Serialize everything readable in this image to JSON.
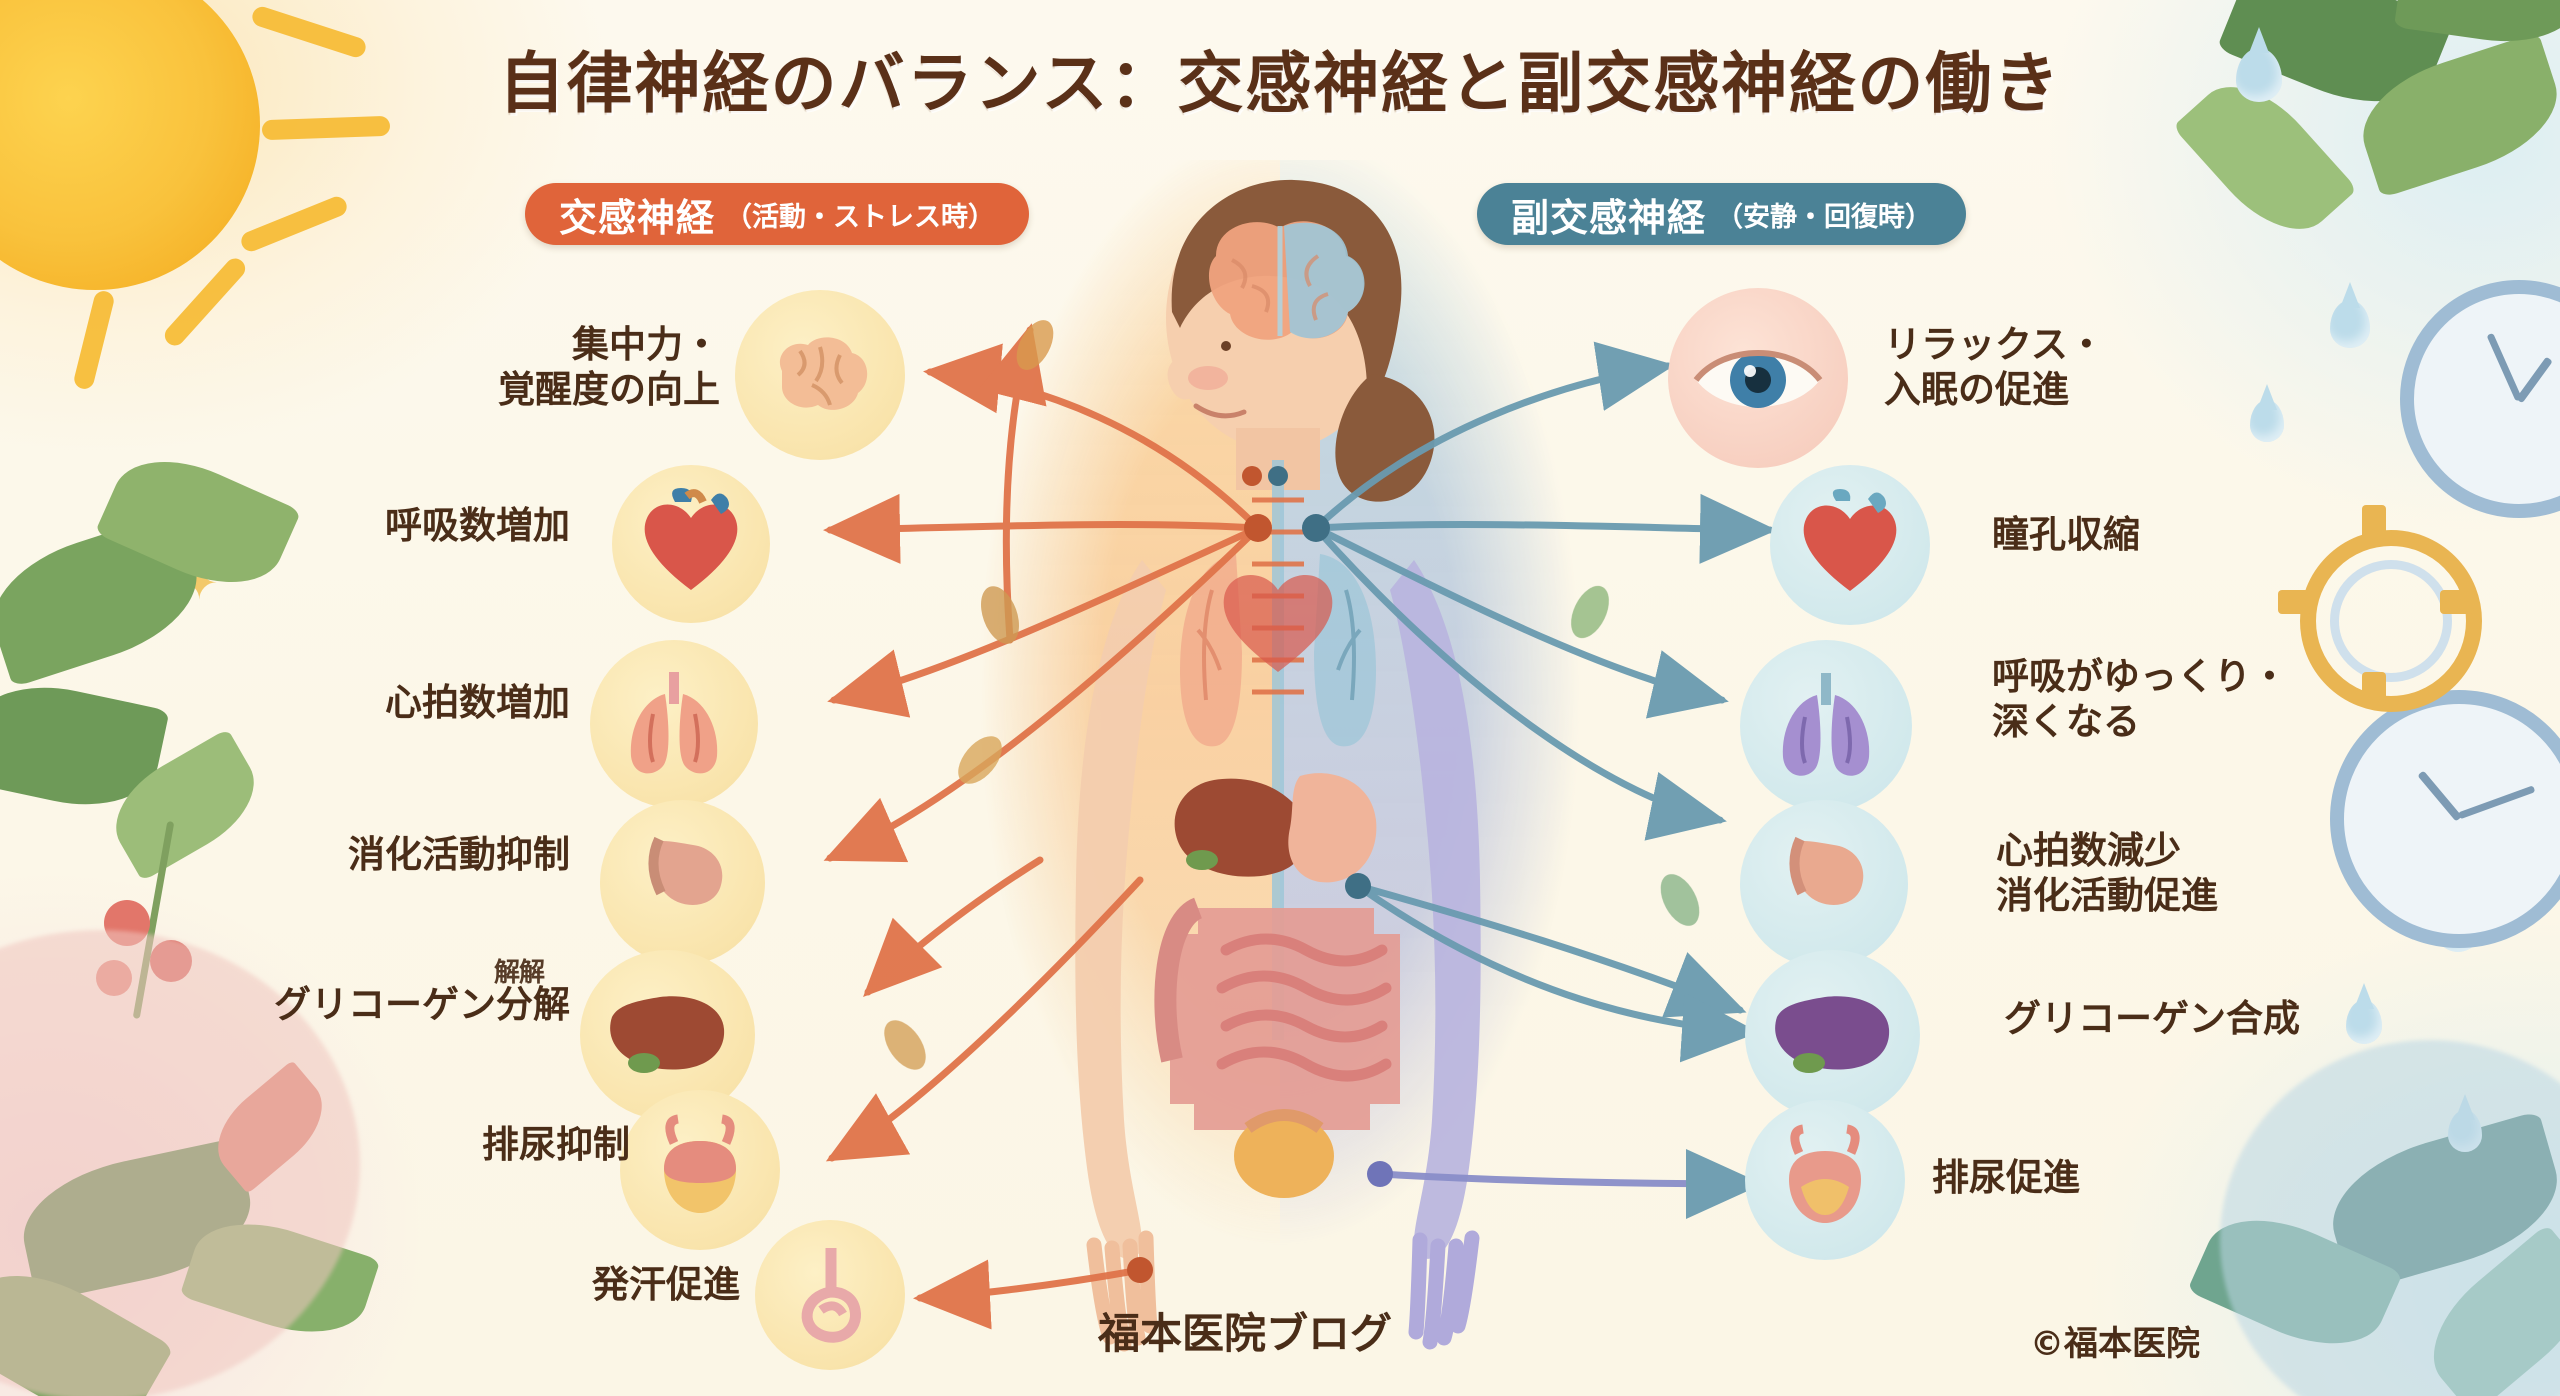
{
  "title": "自律神経のバランス：交感神経と副交感神経の働き",
  "badges": {
    "sympathetic": {
      "main": "交感神経",
      "sub": "（活動・ストレス時）",
      "color": "#e0643a"
    },
    "parasympathetic": {
      "main": "副交感神経",
      "sub": "（安静・回復時）",
      "color": "#4b8296"
    }
  },
  "sympathetic_items": [
    {
      "icon": "brain-icon",
      "lines": [
        "集中力・",
        "覚醒度の向上"
      ]
    },
    {
      "icon": "heart-icon",
      "lines": [
        "呼吸数増加"
      ]
    },
    {
      "icon": "lungs-icon",
      "lines": [
        "心拍数増加"
      ]
    },
    {
      "icon": "stomach-icon",
      "lines": [
        "消化活動抑制"
      ]
    },
    {
      "icon": "liver-icon",
      "lines": [
        "グリコーゲン分解"
      ],
      "overlap_artifact": "解解"
    },
    {
      "icon": "bladder-icon",
      "lines": [
        "排尿抑制"
      ]
    },
    {
      "icon": "sweat-gland-icon",
      "lines": [
        "発汗促進"
      ]
    }
  ],
  "parasympathetic_items": [
    {
      "icon": "eye-icon",
      "lines": [
        "リラックス・",
        "入眠の促進"
      ]
    },
    {
      "icon": "heart-icon",
      "lines": [
        "瞳孔収縮"
      ]
    },
    {
      "icon": "lungs-icon",
      "lines": [
        "呼吸がゆっくり・",
        "深くなる"
      ]
    },
    {
      "icon": "stomach-icon",
      "lines": [
        "心拍数減少",
        "消化活動促進"
      ]
    },
    {
      "icon": "liver-icon",
      "lines": [
        "グリコーゲン合成"
      ]
    },
    {
      "icon": "bladder-icon",
      "lines": [
        "排尿促進"
      ]
    }
  ],
  "footer": {
    "blog": "福本医院ブログ",
    "copyright": "©福本医院"
  },
  "palette": {
    "title_text": "#5a3018",
    "label_text": "#4a2d18",
    "sympathetic": "#e0643a",
    "parasympathetic": "#4b8296",
    "arrow_warm": "#e0744a",
    "arrow_cool": "#6a9bb0",
    "background": "#fdf8ec"
  },
  "center_figure": {
    "description": "人体シルエット（左＝交感神経・暖色、右＝副交感神経・寒色）",
    "organs": [
      "brain",
      "heart",
      "lungs",
      "liver",
      "stomach",
      "intestines",
      "bladder"
    ]
  }
}
